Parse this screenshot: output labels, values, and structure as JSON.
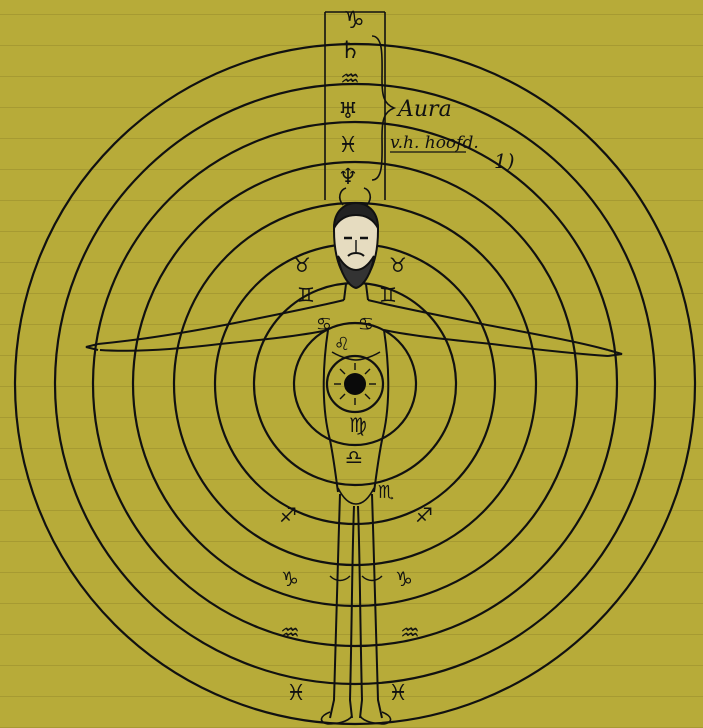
{
  "annotation": {
    "aura_label": "Aura",
    "aura_sublabel": "v.h. hoofd.",
    "footnote_marker": "1)"
  },
  "symbols": {
    "capricorn": "♑",
    "saturn": "♄",
    "aquarius": "♒",
    "uranus": "♅",
    "pisces": "♓",
    "neptune": "♆",
    "taurus": "♉",
    "gemini": "♊",
    "cancer": "♋",
    "leo": "♌",
    "virgo": "♍",
    "libra": "♎",
    "scorpio": "♏",
    "sagittarius": "♐"
  },
  "colors": {
    "paper": "#b7ab39",
    "ink": "#111111",
    "face": "#e6dcc0",
    "sun": "#0a0a0a"
  }
}
